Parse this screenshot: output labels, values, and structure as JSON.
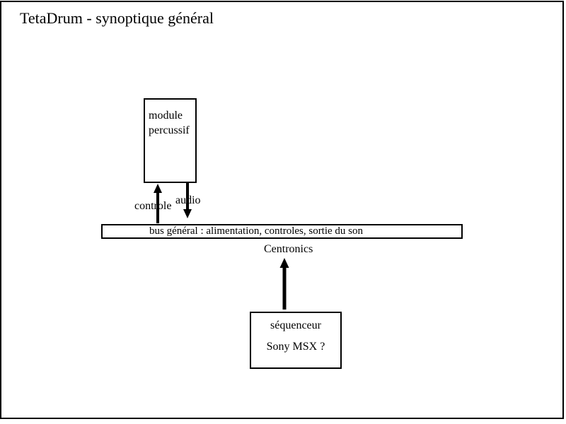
{
  "title": "TetaDrum - synoptique général",
  "module_box": {
    "lines": [
      "module",
      "percussif"
    ]
  },
  "arrow_labels": {
    "controle": "controle",
    "audio": "audio",
    "centronics": "Centronics"
  },
  "bus": {
    "text": "bus général : alimentation, controles, sortie du son"
  },
  "sequencer_box": {
    "lines": [
      "séquenceur",
      "Sony MSX ?"
    ]
  },
  "colors": {
    "ink": "#000000",
    "background": "#ffffff"
  }
}
